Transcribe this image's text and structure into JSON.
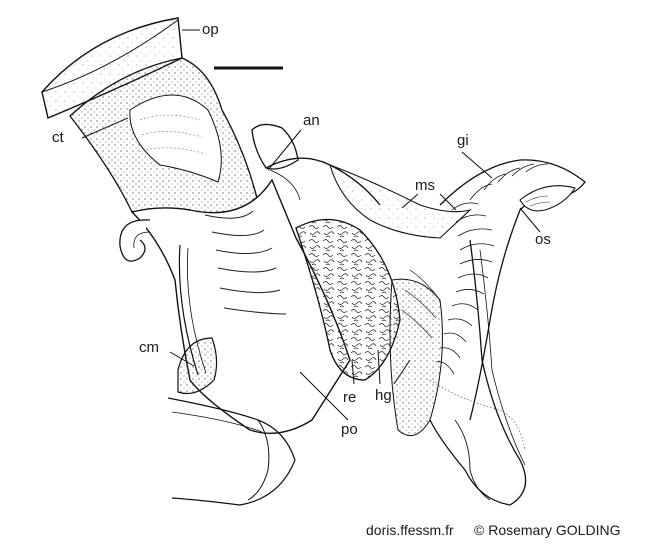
{
  "labels": {
    "op": "op",
    "ct": "ct",
    "an": "an",
    "gi": "gi",
    "ms": "ms",
    "os": "os",
    "cm": "cm",
    "re": "re",
    "hg": "hg",
    "po": "po"
  },
  "credits": {
    "site": "doris.ffessm.fr",
    "author": "© Rosemary GOLDING"
  },
  "colors": {
    "ink": "#1a1a1a",
    "background": "#ffffff"
  }
}
